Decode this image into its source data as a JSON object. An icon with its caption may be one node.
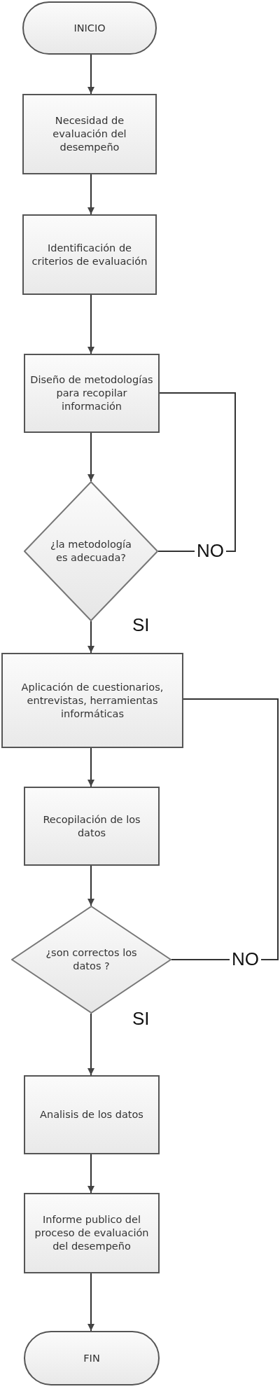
{
  "diagram": {
    "nodes": [
      {
        "text": [
          "INICIO"
        ]
      },
      {
        "text": [
          "Necesidad de evaluación del desempeño"
        ]
      },
      {
        "text": [
          "Identificación de criterios de evaluación"
        ]
      },
      {
        "text": [
          "Diseño de metodologías para recopilar información"
        ]
      },
      {
        "text": [
          "¿la metodología es adecuada?"
        ]
      },
      {
        "text": [
          "Aplicación de cuestionarios, entrevistas, herramientas informáticas"
        ]
      },
      {
        "text": [
          "Recopilación de los datos"
        ]
      },
      {
        "text": [
          "¿son correctos los datos ?"
        ]
      },
      {
        "text": [
          "Analisis de los datos"
        ]
      },
      {
        "text": [
          "Informe publico del proceso de evaluación del desempeño"
        ]
      },
      {
        "text": [
          "FIN"
        ]
      }
    ],
    "edges": [
      {
        "from": 0,
        "to": 1,
        "arrow": "to"
      },
      {
        "from": 1,
        "to": 2,
        "arrow": "to"
      },
      {
        "from": 2,
        "to": 3,
        "arrow": "to"
      },
      {
        "from": 3,
        "to": 4,
        "arrow": "to"
      },
      {
        "from": 4,
        "to": 5,
        "arrow": "to",
        "label": "SI"
      },
      {
        "from": 4,
        "to": 3,
        "arrow": "none",
        "label": "NO"
      },
      {
        "from": 5,
        "to": 6,
        "arrow": "to"
      },
      {
        "from": 6,
        "to": 7,
        "arrow": "to"
      },
      {
        "from": 7,
        "to": 8,
        "arrow": "to",
        "label": "SI"
      },
      {
        "from": 7,
        "to": 5,
        "arrow": "none",
        "label": "NO"
      },
      {
        "from": 8,
        "to": 9,
        "arrow": "to"
      },
      {
        "from": 9,
        "to": 10,
        "arrow": "to"
      }
    ]
  }
}
